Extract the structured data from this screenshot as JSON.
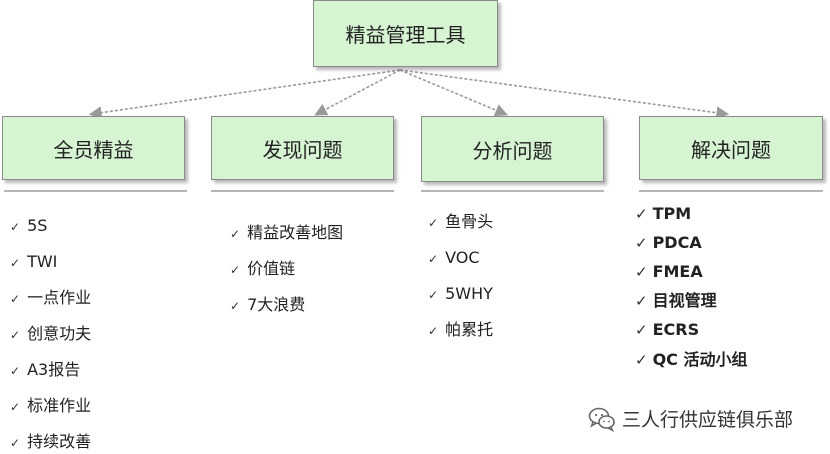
{
  "root": {
    "label": "精益管理工具"
  },
  "categories": [
    {
      "label": "全员精益",
      "items": [
        "5S",
        "TWI",
        "一点作业",
        "创意功夫",
        "A3报告",
        "标准作业",
        "持续改善"
      ]
    },
    {
      "label": "发现问题",
      "items": [
        "精益改善地图",
        "价值链",
        "7大浪费"
      ]
    },
    {
      "label": "分析问题",
      "items": [
        "鱼骨头",
        "VOC",
        "5WHY",
        "帕累托"
      ]
    },
    {
      "label": "解决问题",
      "items": [
        "TPM",
        "PDCA",
        "FMEA",
        "目视管理",
        "ECRS",
        "QC 活动小组"
      ]
    }
  ],
  "check_glyph": "✓",
  "watermark": {
    "text": "三人行供应链俱乐部",
    "icon": "wechat-icon"
  },
  "colors": {
    "box_fill": "#d6f4d2",
    "box_border": "#8a8a8a",
    "arrow": "#9a9a9a",
    "separator": "#b5b5b5"
  }
}
